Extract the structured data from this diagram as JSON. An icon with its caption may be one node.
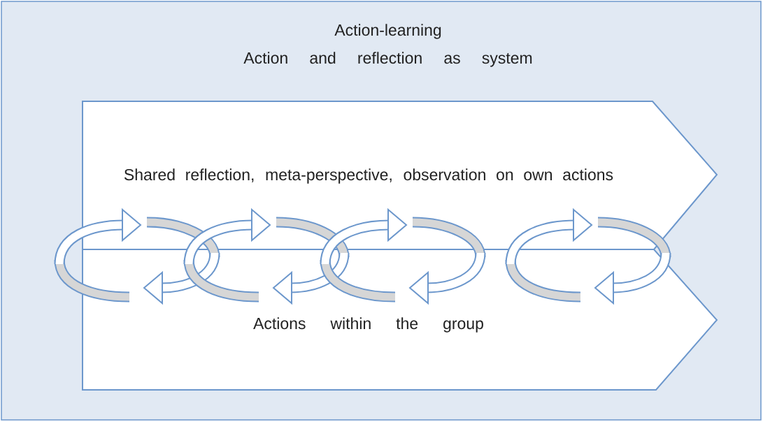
{
  "diagram": {
    "nodes": [
      {
        "text": [
          "Action-learning",
          "Action and reflection as system"
        ]
      },
      {
        "text": [
          "Shared reflection, meta-perspective, observation on own actions"
        ],
        "in": 0
      },
      {
        "text": [
          "Actions within the group"
        ],
        "in": 0
      }
    ]
  }
}
